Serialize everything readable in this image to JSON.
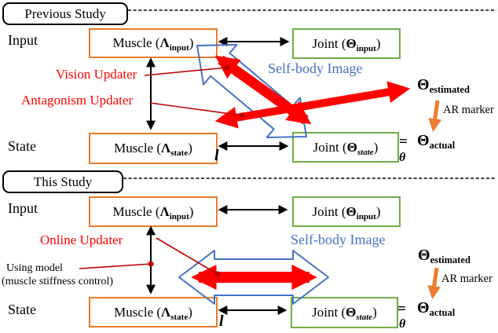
{
  "figure": {
    "colors": {
      "muscle_box_border": "#E97C2B",
      "joint_box_border": "#70AD47",
      "self_body_blue": "#4472C4",
      "updater_red": "#FF0000",
      "annotation_line_red": "#C00000",
      "ar_marker_orange": "#ED7D31"
    },
    "sections": [
      {
        "header": "Previous Study",
        "input_label": "Input",
        "state_label": "State",
        "self_body_image_label": "Self-body Image",
        "vision_updater_label": "Vision Updater",
        "antagonism_updater_label": "Antagonism Updater",
        "boxes": {
          "muscle_input": {
            "prefix": "Muscle (",
            "symbol": "Λ",
            "subscript": "input",
            "suffix": ")"
          },
          "joint_input": {
            "prefix": "Joint (",
            "symbol": "Θ",
            "subscript": "input",
            "suffix": ")"
          },
          "muscle_state": {
            "prefix": "Muscle (",
            "symbol": "Λ",
            "subscript": "state",
            "suffix": ")"
          },
          "joint_state": {
            "prefix": "Joint (",
            "symbol": "Θ",
            "subscript": "state",
            "suffix": ")"
          }
        },
        "muscle_length_label": "l",
        "equals_sign": "=",
        "joint_angle_label": "θ",
        "theta_estimated": {
          "symbol": "Θ",
          "subscript": "estimated"
        },
        "theta_actual": {
          "symbol": "Θ",
          "subscript": "actual"
        },
        "ar_marker_label": "AR marker"
      },
      {
        "header": "This Study",
        "input_label": "Input",
        "state_label": "State",
        "self_body_image_label": "Self-body Image",
        "online_updater_label": "Online Updater",
        "using_model_line1": "Using model",
        "using_model_line2": "(muscle stiffness control)",
        "boxes": {
          "muscle_input": {
            "prefix": "Muscle (",
            "symbol": "Λ",
            "subscript": "input",
            "suffix": ")"
          },
          "joint_input": {
            "prefix": "Joint (",
            "symbol": "Θ",
            "subscript": "input",
            "suffix": ")"
          },
          "muscle_state": {
            "prefix": "Muscle (",
            "symbol": "Λ",
            "subscript": "state",
            "suffix": ")"
          },
          "joint_state": {
            "prefix": "Joint (",
            "symbol": "Θ",
            "subscript": "state",
            "suffix": ")"
          }
        },
        "muscle_length_label": "l",
        "equals_sign": "=",
        "joint_angle_label": "θ",
        "theta_estimated": {
          "symbol": "Θ",
          "subscript": "estimated"
        },
        "theta_actual": {
          "symbol": "Θ",
          "subscript": "actual"
        },
        "ar_marker_label": "AR marker"
      }
    ]
  }
}
